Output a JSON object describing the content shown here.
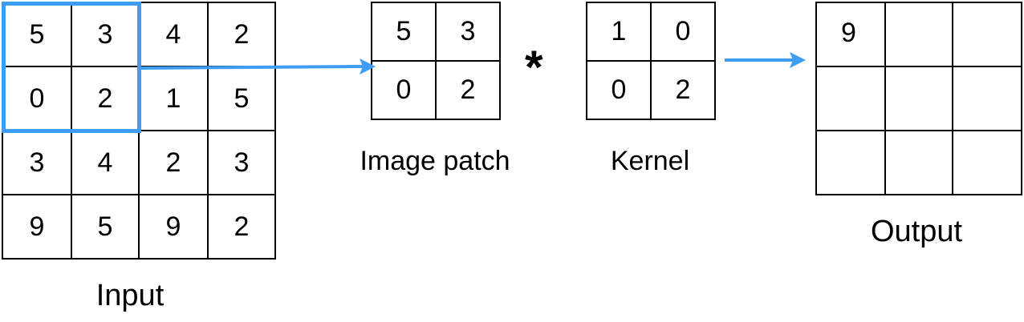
{
  "input": {
    "label": "Input",
    "rows": [
      [
        "5",
        "3",
        "4",
        "2"
      ],
      [
        "0",
        "2",
        "1",
        "5"
      ],
      [
        "3",
        "4",
        "2",
        "3"
      ],
      [
        "9",
        "5",
        "9",
        "2"
      ]
    ]
  },
  "patch": {
    "label": "Image patch",
    "rows": [
      [
        "5",
        "3"
      ],
      [
        "0",
        "2"
      ]
    ]
  },
  "operator": "*",
  "kernel": {
    "label": "Kernel",
    "rows": [
      [
        "1",
        "0"
      ],
      [
        "0",
        "2"
      ]
    ]
  },
  "output": {
    "label": "Output",
    "rows": [
      [
        "9",
        "",
        ""
      ],
      [
        "",
        "",
        ""
      ],
      [
        "",
        "",
        ""
      ]
    ]
  },
  "colors": {
    "highlight": "#3d9df3",
    "arrow": "#3d9df3",
    "grid_line": "#000000"
  }
}
